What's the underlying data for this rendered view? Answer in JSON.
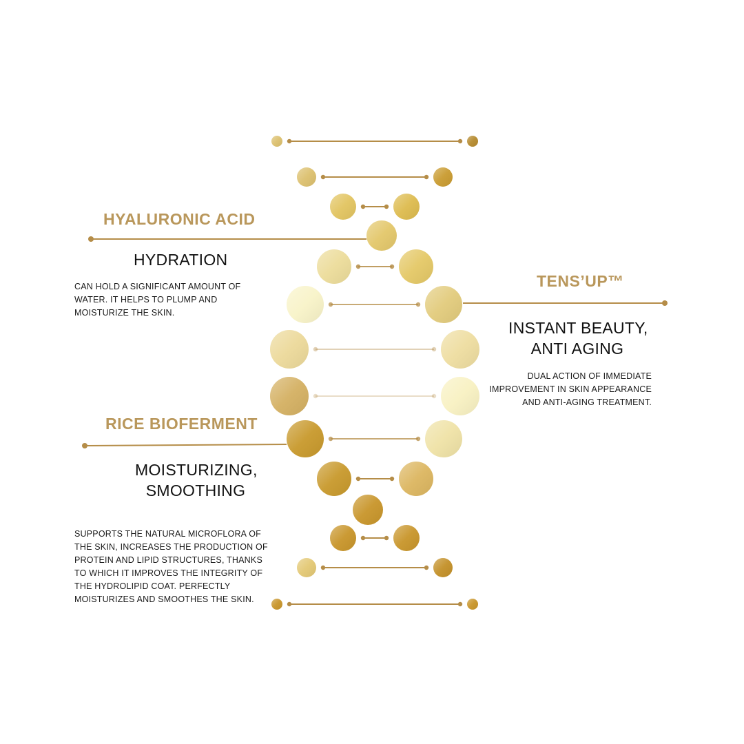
{
  "colors": {
    "accent_gold": "#b9975b",
    "line_gold": "#b58d48",
    "dark_gold": "#c2902a",
    "pale_gold": "#f7f0c0",
    "text": "#111111"
  },
  "ingredients": [
    {
      "id": "hyaluronic-acid",
      "title": "HYALURONIC ACID",
      "benefit_lines": [
        "HYDRATION"
      ],
      "description_lines": [
        "CAN HOLD A SIGNIFICANT AMOUNT OF",
        "WATER. IT HELPS TO PLUMP AND",
        "MOISTURIZE THE SKIN."
      ]
    },
    {
      "id": "tensup",
      "title": "TENS’UP™",
      "benefit_lines": [
        "INSTANT BEAUTY,",
        "ANTI AGING"
      ],
      "description_lines": [
        "DUAL ACTION OF IMMEDIATE",
        "IMPROVEMENT IN SKIN APPEARANCE",
        "AND ANTI-AGING TREATMENT."
      ]
    },
    {
      "id": "rice-bioferment",
      "title": "RICE BIOFERMENT",
      "benefit_lines": [
        "MOISTURIZING,",
        "SMOOTHING"
      ],
      "description_lines": [
        "SUPPORTS THE NATURAL MICROFLORA OF",
        "THE SKIN, INCREASES THE PRODUCTION OF",
        "PROTEIN AND LIPID STRUCTURES, THANKS",
        "TO WHICH IT IMPROVES THE INTEGRITY OF",
        "THE HYDROLIPID COAT. PERFECTLY",
        "MOISTURIZES AND SMOOTHES THE SKIN."
      ]
    }
  ]
}
